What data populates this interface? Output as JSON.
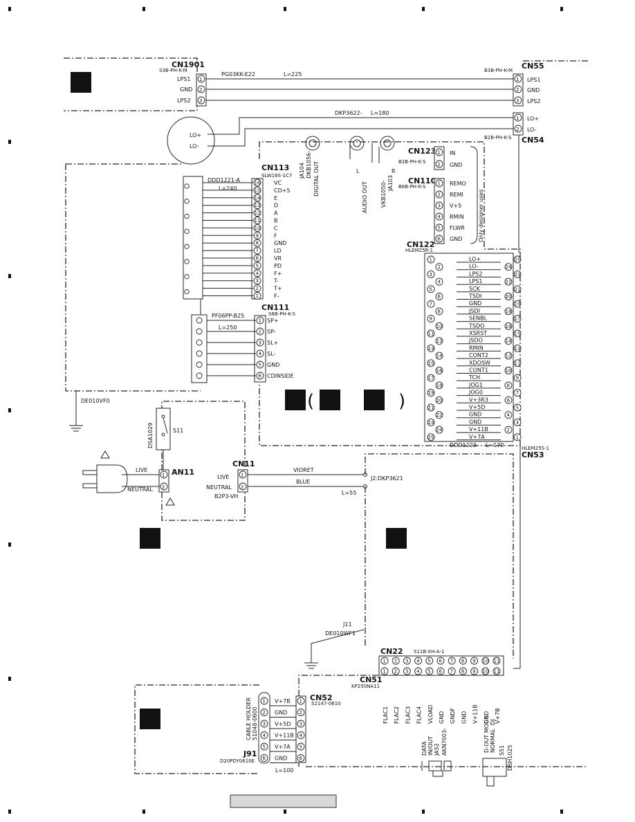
{
  "cn1901": {
    "title": "CN1901",
    "part": "S3B-PH-K-M",
    "pins": [
      "LPS1",
      "GND",
      "LPS2"
    ]
  },
  "cable_top": {
    "part": "PG03KK-E22",
    "length": "L=225"
  },
  "cn55": {
    "title": "CN55",
    "part": "B3B-PH-K-M",
    "pins": [
      "LPS1",
      "GND",
      "LPS2"
    ]
  },
  "cable_lo": {
    "part": "DKP3622-",
    "length": "L=180"
  },
  "cn54": {
    "title": "CN54",
    "part": "B2B-PH-K-S",
    "pins": [
      "LO+",
      "LO-"
    ]
  },
  "speaker": {
    "pins": [
      "LO+",
      "LO-"
    ]
  },
  "cn113": {
    "title": "CN113",
    "part": "SLW16S-1C7",
    "cable": "DDD1221-A",
    "length": "L=240",
    "pins": [
      "VC",
      "CD+5",
      "E",
      "D",
      "A",
      "B",
      "C",
      "F",
      "GND",
      "LD",
      "VR",
      "PD",
      "F+",
      "T-",
      "T+",
      "F-"
    ],
    "nums": [
      "16",
      "15",
      "14",
      "13",
      "12",
      "11",
      "10",
      "9",
      "8",
      "7",
      "6",
      "5",
      "4",
      "3",
      "2",
      "1"
    ]
  },
  "cn111": {
    "title": "CN111",
    "part": "S6B-PH-K-S",
    "cable": "PF06PP-B25",
    "length": "L=250",
    "pins": [
      "SP+",
      "SP-",
      "SL+",
      "SL-",
      "GND",
      "CDINSIDE"
    ],
    "nums": [
      "1",
      "2",
      "3",
      "4",
      "5",
      "6"
    ]
  },
  "ja104": {
    "labels": [
      "JA104",
      "DKB1056-",
      "DIGITAL OUT"
    ]
  },
  "audio": {
    "labels": [
      "AUDIO OUT",
      "VKB1050-",
      "JA103"
    ],
    "l": "L",
    "r": "R"
  },
  "cn123": {
    "title": "CN123",
    "part": "B2B-PH-K-S",
    "pins": [
      "IN",
      "GND"
    ]
  },
  "cn110": {
    "title": "CN110",
    "part": "B6B-PH-K-S",
    "pins": [
      "REMO",
      "REMI",
      "V+5",
      "RMIN",
      "FLWR",
      "GND"
    ]
  },
  "designer_note": "Only designer uses",
  "cn122": {
    "title": "CN122",
    "part": "HLEM25R-1",
    "signals": [
      "LO+",
      "LO-",
      "LPS2",
      "LPS1",
      "SCK",
      "TSDI",
      "GND",
      "JSDI",
      "SENBL",
      "TSDO",
      "XSRST",
      "JSDO",
      "RMIN",
      "CONT2",
      "XDOSW",
      "CONT1",
      "TCH",
      "JOG1",
      "JOG0",
      "V+3R3",
      "V+5D",
      "GND",
      "GND",
      "V+11B",
      "V+7A"
    ],
    "left_nums": [
      "1",
      "2",
      "3",
      "4",
      "5",
      "6",
      "7",
      "8",
      "9",
      "10",
      "11",
      "12",
      "13",
      "14",
      "15",
      "16",
      "17",
      "18",
      "19",
      "20",
      "21",
      "22",
      "23",
      "24",
      "25"
    ],
    "right_nums": [
      "25",
      "24",
      "23",
      "22",
      "21",
      "20",
      "19",
      "18",
      "17",
      "16",
      "15",
      "14",
      "13",
      "12",
      "11",
      "10",
      "9",
      "8",
      "7",
      "6",
      "5",
      "4",
      "3",
      "2",
      "1"
    ]
  },
  "cn53": {
    "title": "CN53",
    "part": "HLEM25S-1",
    "cable": "DDD1223-",
    "length": "L=170"
  },
  "ground_left": "DE010VF0",
  "s11": {
    "part": "DSA1029",
    "name": "S11"
  },
  "an11": {
    "title": "AN11",
    "pins": [
      "LIVE",
      "NEUTRAL"
    ]
  },
  "cn11": {
    "title": "CN11",
    "pins": [
      "LIVE",
      "NEUTRAL"
    ],
    "part": "B2P3-VH"
  },
  "mains_wires": {
    "w1": "VIORET",
    "w2": "BLUE",
    "length": "L=55",
    "jack": "J2:DKP3621"
  },
  "j11": {
    "title": "J11",
    "part": "DE010WF1"
  },
  "cn22": {
    "title": "CN22",
    "part": "S11B-XH-A-1",
    "nums": [
      "1",
      "2",
      "3",
      "4",
      "5",
      "6",
      "7",
      "8",
      "9",
      "10",
      "11"
    ]
  },
  "cn51": {
    "title": "CN51",
    "part": "KP250NA11",
    "nums": [
      "1",
      "2",
      "3",
      "4",
      "5",
      "6",
      "7",
      "8",
      "9",
      "10",
      "11"
    ],
    "signals": [
      "FLAC1",
      "FLAC2",
      "FLAC3",
      "FLAC4",
      "VLOAD",
      "GND",
      "GNDF",
      "GND",
      "V+11B",
      "GND",
      "V+7B"
    ]
  },
  "cn52": {
    "title": "CN52",
    "part": "52147-0610",
    "pins": [
      "V+7B",
      "GND",
      "V+5D",
      "V+11B",
      "V+7A",
      "GND"
    ],
    "nums": [
      "1",
      "2",
      "3",
      "4",
      "5",
      "6"
    ],
    "length": "L=100"
  },
  "j91": {
    "title": "J91",
    "part": "D20PDY0610E",
    "holder": "CABLE HOLDER",
    "holder_part": "51048-0600"
  },
  "ja52": {
    "labels": [
      "DATA",
      "IN/OUT",
      "JA52",
      "AKN7003-"
    ]
  },
  "s51": {
    "labels": [
      "D-OUT MODE",
      "NORMAL",
      "DJ",
      "S51",
      "DSH1025"
    ]
  },
  "colors": {
    "ink": "#111111",
    "paper": "#ffffff"
  }
}
